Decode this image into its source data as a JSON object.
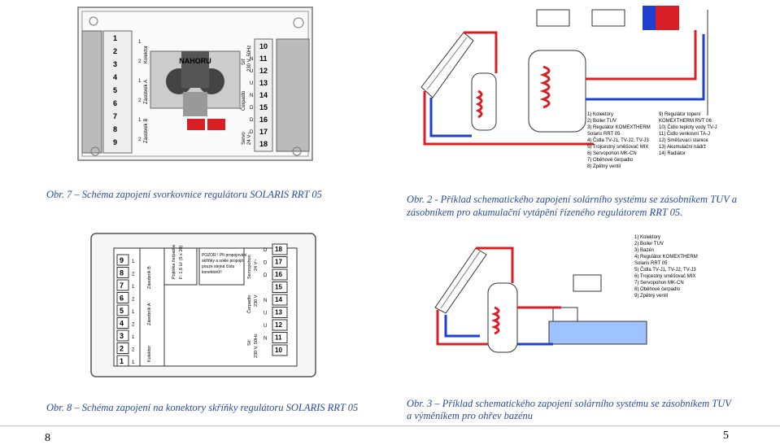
{
  "captions": {
    "fig7": "Obr. 7 – Schéma zapojení svorkovnice regulátoru SOLARIS RRT 05",
    "fig2_line1": "Obr. 2 - Příklad schematického zapojení solárního systému se zásobníkem TUV a",
    "fig2_line2": "zásobníkem pro akumulační vytápění řízeného regulátorem RRT 05.",
    "fig8": "Obr. 8 – Schéma zapojení na konektory skříňky regulátoru SOLARIS RRT 05",
    "fig3_line1": "Obr. 3 – Příklad schematického zapojení solárního systému se zásobníkem TUV",
    "fig3_line2": "a výměníkem pro ohřev bazénu"
  },
  "page_numbers": {
    "left": "8",
    "right": "5"
  },
  "fig7": {
    "top_label": "NAHORU",
    "left_groups": [
      "Kolektor",
      "Zásobník A",
      "Zásobník B"
    ],
    "left_numbers": [
      "1",
      "2",
      "3",
      "4",
      "5",
      "6",
      "7",
      "8",
      "9"
    ],
    "left_small": [
      "1",
      "2",
      "1",
      "2",
      "1",
      "2"
    ],
    "right_numbers": [
      "10",
      "11",
      "12",
      "13",
      "14",
      "15",
      "16",
      "17",
      "18"
    ],
    "right_letters": [
      "N",
      "U",
      "U",
      "N",
      "D",
      "D",
      "D"
    ],
    "right_groups": [
      "Síť",
      "230 V, 50Hz",
      "Čerpadlo",
      "Servo",
      "24 V~"
    ]
  },
  "fig2": {
    "legend_left": [
      "1) Kolektory",
      "2) Boiler TUV",
      "3) Regulátor KOMEXTHERM",
      "Solaris RRT 05",
      "4) Čidla TV-J1, TV-J2, TV-J3",
      "5) Trojcestný směšovač MIX",
      "6) Servopohon MK-CN",
      "7) Oběhové čerpadlo",
      "8) Zpětný ventil"
    ],
    "legend_right": [
      "9) Regulátor topení",
      "KOMEXTHERM RVT 06",
      "10) Čidlo teploty vody TV-J",
      "11) Čidlo venkovní TA-J",
      "12) Směšovací stanice",
      "13) Akumulační nádrž",
      "14) Radiátor"
    ]
  },
  "fig8": {
    "warning": [
      "POZOR ! Při propojování",
      "skříňky a sokle propojit",
      "pouze stejná čísla",
      "konektorů!!"
    ],
    "left_numbers": [
      "9",
      "8",
      "7",
      "6",
      "5",
      "4",
      "3",
      "2",
      "1"
    ],
    "left_small": [
      "1",
      "2",
      "1",
      "2",
      "1",
      "2",
      "1",
      "2",
      "1"
    ],
    "left_groups": [
      "Zásobník B",
      "Zásobník A",
      "Kolektor"
    ],
    "top_group": [
      "Pojistka čerpadla",
      "F: 1,6 U/ (5 x 20)"
    ],
    "right_numbers": [
      "18",
      "17",
      "16",
      "15",
      "14",
      "13",
      "12",
      "11",
      "10"
    ],
    "right_letters": [
      "D",
      "D",
      "D",
      "N",
      "U",
      "U",
      "N"
    ],
    "right_groups": [
      "Servopohon",
      "24 V~",
      "Čerpadlo",
      "230 V",
      "Síť",
      "230 V, 50Hz"
    ]
  },
  "fig3": {
    "legend": [
      "1) Kolektory",
      "2) Boiler TUV",
      "3) Bazén",
      "4) Regulátor KOMEXTHERM",
      "Solaris RRT 05",
      "5) Čidla TV-J1, TV-J2, TV-J3",
      "6) Trojcestný směšovač MIX",
      "7) Servopohon MK-CN",
      "8) Oběhové čerpadlo",
      "9) Zpětný ventil"
    ]
  },
  "colors": {
    "hot": "#d81f26",
    "cold": "#1e3fd0",
    "frame": "#4a4a4a",
    "caption": "#2a4a9a"
  }
}
